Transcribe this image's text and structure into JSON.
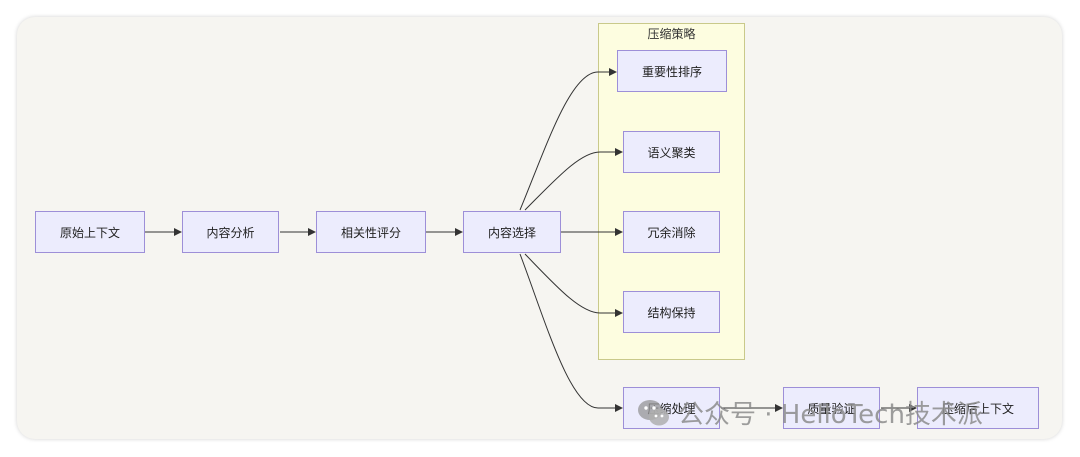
{
  "subgraph": {
    "title": "压缩策略"
  },
  "nodes": {
    "raw": "原始上下文",
    "analysis": "内容分析",
    "relevance": "相关性评分",
    "select": "内容选择",
    "importance": "重要性排序",
    "semantic": "语义聚类",
    "dedupe": "冗余消除",
    "structure": "结构保持",
    "compress": "压缩处理",
    "verify": "质量验证",
    "result": "压缩后上下文"
  },
  "watermark": {
    "text": "公众号 · HelloTech技术派",
    "icon": "wechat-icon"
  },
  "colors": {
    "node_fill": "#ececfd",
    "node_border": "#9d8fd8",
    "subgraph_fill": "#fdfde0",
    "edge": "#333333"
  }
}
